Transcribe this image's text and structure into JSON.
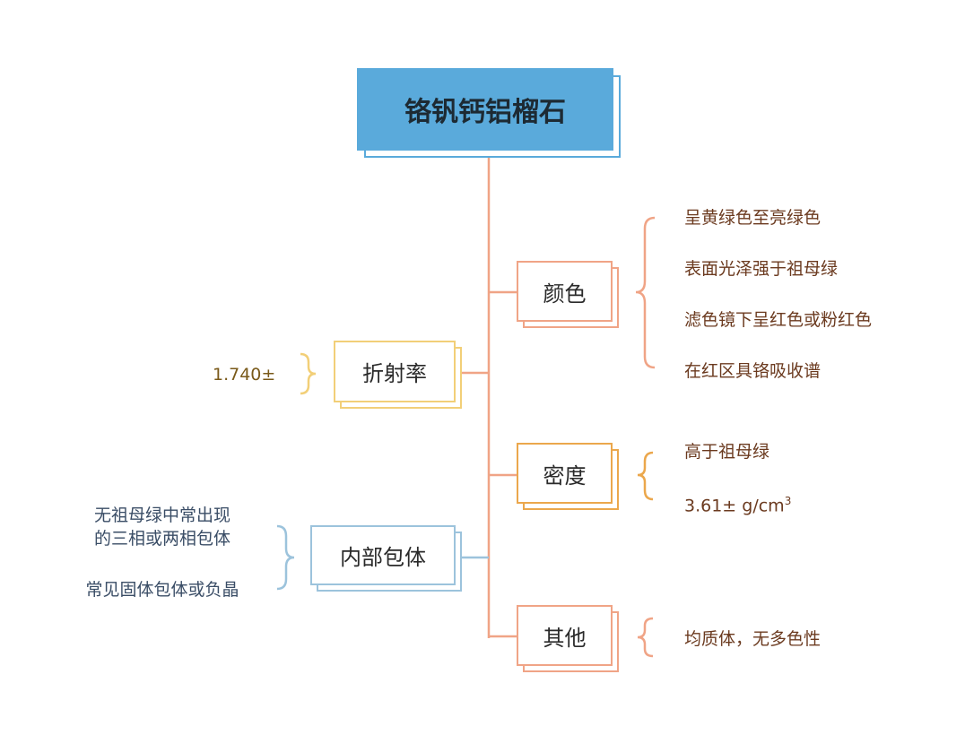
{
  "title": "铬钒钙铝榴石",
  "branches": {
    "color": {
      "label": "颜色",
      "items": [
        "呈黄绿色至亮绿色",
        "表面光泽强于祖母绿",
        "滤色镜下呈红色或粉红色",
        "在红区具铬吸收谱"
      ]
    },
    "refraction": {
      "label": "折射率",
      "items": [
        "1.740±"
      ]
    },
    "density": {
      "label": "密度",
      "items": [
        "高于祖母绿",
        "3.61± g/cm",
        "3"
      ]
    },
    "inclusions": {
      "label": "内部包体",
      "items": [
        "无祖母绿中常出现",
        "的三相或两相包体",
        "常见固体包体或负晶"
      ]
    },
    "other": {
      "label": "其他",
      "items": [
        "均质体，无多色性"
      ]
    }
  },
  "colors": {
    "title": "#5aaadb",
    "color_branch": "#f0a486",
    "refraction_branch": "#f2cf78",
    "density_branch": "#eba74c",
    "inclusions_branch": "#9cc3dc",
    "other_branch": "#f0a486",
    "connector": "#f0a486"
  }
}
